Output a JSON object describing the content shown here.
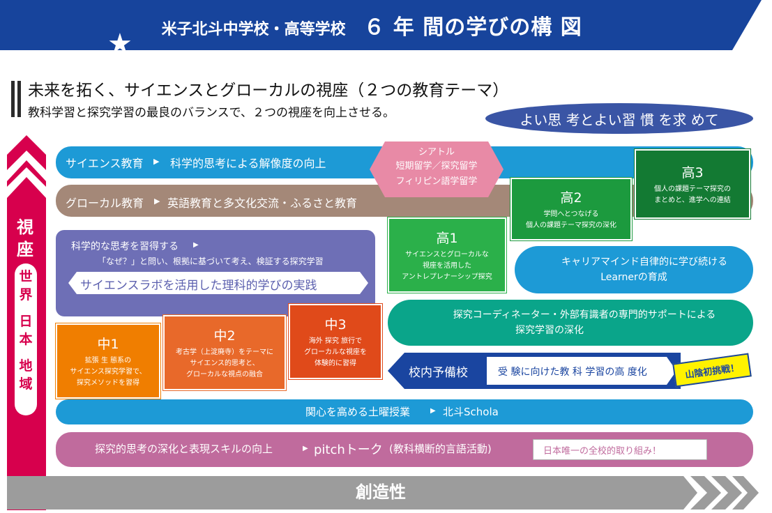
{
  "header": {
    "school": "米子北斗中学校・高等学校",
    "title": "６ 年 間の学びの構 図"
  },
  "subtitle": {
    "main": "未来を拓く、サイエンスとグローカルの視座（２つの教育テーマ）",
    "sub": "教科学習と探究学習の最良のバランスで、２つの視座を向上させる。"
  },
  "motto": "よい思 考とよい習 慣 を求 めて",
  "left_axis": {
    "title_1": "視",
    "title_2": "座",
    "levels": [
      "世",
      "界",
      "日",
      "本",
      "地",
      "域"
    ]
  },
  "bands": {
    "science": {
      "label": "サイエンス教育",
      "text": "科学的思考による解像度の向上"
    },
    "glocal": {
      "label": "グローカル教育",
      "text": "英語教育と多文化交流・ふるさと教育"
    }
  },
  "seattle": {
    "line1": "シアトル",
    "line2": "短期留学／探究留学",
    "line3": "フィリピン語学留学"
  },
  "grades": {
    "k1": {
      "title": "高1",
      "lines": [
        "サイエンスとグローカルな",
        "視座を活用した",
        "アントレプレナーシップ探究"
      ]
    },
    "k2": {
      "title": "高2",
      "lines": [
        "学問へとつなげる",
        "個人の課題テーマ探究の深化"
      ]
    },
    "k3": {
      "title": "高3",
      "lines": [
        "個人の課題テーマ探究の",
        "まとめと、進学への連結"
      ]
    },
    "c1": {
      "title": "中1",
      "lines": [
        "拡張 生 態系の",
        "サイエンス探究学習で、",
        "探究メソッドを習得"
      ]
    },
    "c2": {
      "title": "中2",
      "lines": [
        "考古学（上淀廃寺）をテーマに",
        "サイエンス的思考と、",
        "グローカルな視点の融合"
      ]
    },
    "c3": {
      "title": "中3",
      "lines": [
        "海外 探究 旅行で",
        "グローカルな視座を",
        "体験的に習得"
      ]
    }
  },
  "lab": {
    "heading": "科学的な思考を習得する",
    "desc": "「なぜ？」と問い、根拠に基づいて考え、検証する探究学習",
    "banner": "サイエンスラボを活用した理科的学びの実践"
  },
  "career": {
    "line1": "キャリアマインド自律的に学び続ける",
    "line2": "Learnerの育成"
  },
  "coordinator": {
    "line1": "探究コーディネーター・外部有識者の専門的サポートによる",
    "line2": "探究学習の深化"
  },
  "yobiko": {
    "label": "校内予備校",
    "text": "受 験に向けた教 科 学習の高 度化",
    "badge": "山陰初挑戦！"
  },
  "saturday": {
    "text": "関心を高める土曜授業",
    "name": "北斗Schola"
  },
  "pitch": {
    "text": "探究的思考の深化と表現スキルの向上",
    "name": "pitchトーク",
    "note": "(教科横断的言語活動)",
    "badge": "日本唯一の全校的取り組み！"
  },
  "creativity": "創造性",
  "colors": {
    "navy": "#1a45a0",
    "blue": "#1d9ad6",
    "brown": "#a48878",
    "purple": "#6e6fb6",
    "orange": "#f07e00",
    "orange2": "#e8692a",
    "orange3": "#e04a1a",
    "green1": "#2bb04a",
    "green2": "#1c9a3e",
    "green3": "#137a33",
    "teal": "#0aa58a",
    "pink": "#c06b9d",
    "crimson": "#d7004d"
  }
}
